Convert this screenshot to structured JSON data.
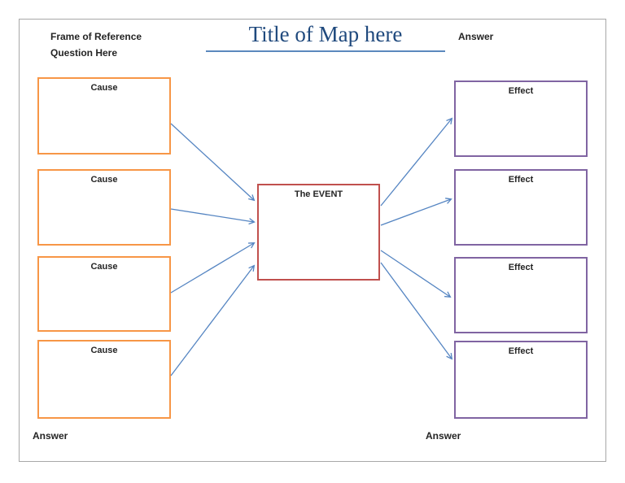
{
  "page": {
    "frame_of_reference": [
      "Frame of Reference",
      "Question Here"
    ],
    "title": "Title of Map here",
    "answers": {
      "top_right": "Answer",
      "bottom_left": "Answer",
      "bottom_right": "Answer"
    }
  },
  "diagram": {
    "causes": [
      {
        "label": "Cause"
      },
      {
        "label": "Cause"
      },
      {
        "label": "Cause"
      },
      {
        "label": "Cause"
      }
    ],
    "event": {
      "label": "The EVENT"
    },
    "effects": [
      {
        "label": "Effect"
      },
      {
        "label": "Effect"
      },
      {
        "label": "Effect"
      },
      {
        "label": "Effect"
      }
    ]
  },
  "colors": {
    "cause_border": "#F79646",
    "effect_border": "#8064A2",
    "event_border": "#C0504D",
    "connector": "#5585C2",
    "title_text": "#1F497D",
    "title_underline": "#5B88BD",
    "page_border": "#A8A8A8",
    "label_text": "#242424"
  },
  "connectors": {
    "cause_to_event": [
      [
        210,
        152,
        312,
        246
      ],
      [
        210,
        257,
        312,
        273
      ],
      [
        210,
        360,
        312,
        299
      ],
      [
        210,
        462,
        312,
        327
      ]
    ],
    "event_to_effect": [
      [
        468,
        253,
        555,
        146
      ],
      [
        468,
        277,
        554,
        245
      ],
      [
        468,
        308,
        553,
        365
      ],
      [
        468,
        323,
        555,
        441
      ]
    ]
  }
}
